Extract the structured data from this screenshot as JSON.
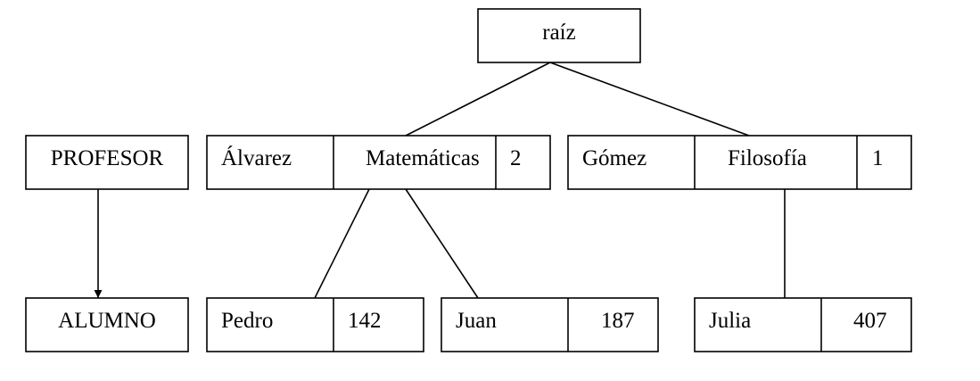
{
  "root": {
    "label": "raíz"
  },
  "legend": {
    "profesor": "PROFESOR",
    "alumno": "ALUMNO"
  },
  "professors": [
    {
      "name": "Álvarez",
      "subject": "Matemáticas",
      "count": "2"
    },
    {
      "name": "Gómez",
      "subject": "Filosofía",
      "count": "1"
    }
  ],
  "students": [
    {
      "name": "Pedro",
      "number": "142"
    },
    {
      "name": "Juan",
      "number": "187"
    },
    {
      "name": "Julia",
      "number": "407"
    }
  ]
}
